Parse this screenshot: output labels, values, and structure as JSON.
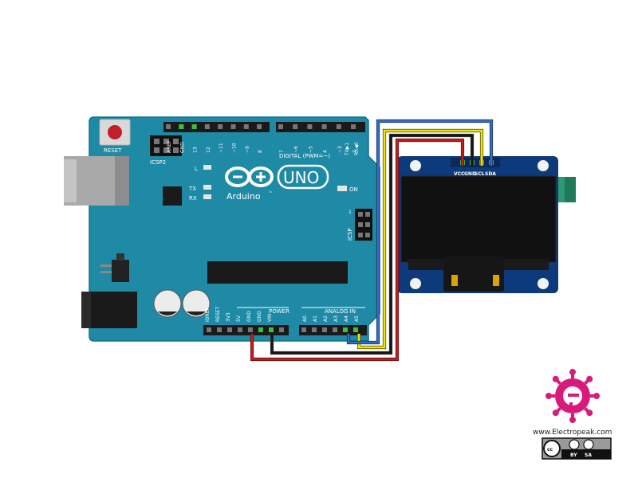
{
  "board": {
    "reset": "RESET",
    "icsp2": "ICSP2",
    "icsp": "ICSP",
    "icsp_pin1": "1",
    "led_l": "L",
    "led_tx": "TX",
    "led_rx": "RX",
    "led_on": "ON",
    "uno": "UNO",
    "brand": "Arduino",
    "trademark": "™",
    "digital": "DIGITAL (PWM=~)",
    "txd": "TX▶1",
    "rxd": "RX◀0",
    "power": "POWER",
    "analog_in": "ANALOG IN",
    "top_pins": [
      "AREF",
      "GND",
      "13",
      "12",
      "~11",
      "~10",
      "~9",
      "8"
    ],
    "top_pins_right": [
      "7",
      "~6",
      "~5",
      "4",
      "~3",
      "2"
    ],
    "power_pins": [
      "IOREF",
      "RESET",
      "3V3",
      "5V",
      "GND",
      "GND",
      "VIN"
    ],
    "analog_pins": [
      "A0",
      "A1",
      "A2",
      "A3",
      "A4",
      "A5"
    ]
  },
  "oled": {
    "pins": [
      "VCC",
      "GND",
      "SCL",
      "SDA"
    ]
  },
  "wires": [
    {
      "name": "vcc",
      "from": "5V",
      "to": "VCC",
      "color": "#d01818"
    },
    {
      "name": "gnd",
      "from": "GND",
      "to": "GND",
      "color": "#151515"
    },
    {
      "name": "scl",
      "from": "A5",
      "to": "SCL",
      "color": "#f2e600"
    },
    {
      "name": "sda",
      "from": "A4",
      "to": "SDA",
      "color": "#2e6fd1"
    }
  ],
  "logo": {
    "site": "www.Electropeak.com",
    "lic_cc": "cc",
    "lic_by": "BY",
    "lic_sa": "SA",
    "color": "#d81b7a"
  }
}
